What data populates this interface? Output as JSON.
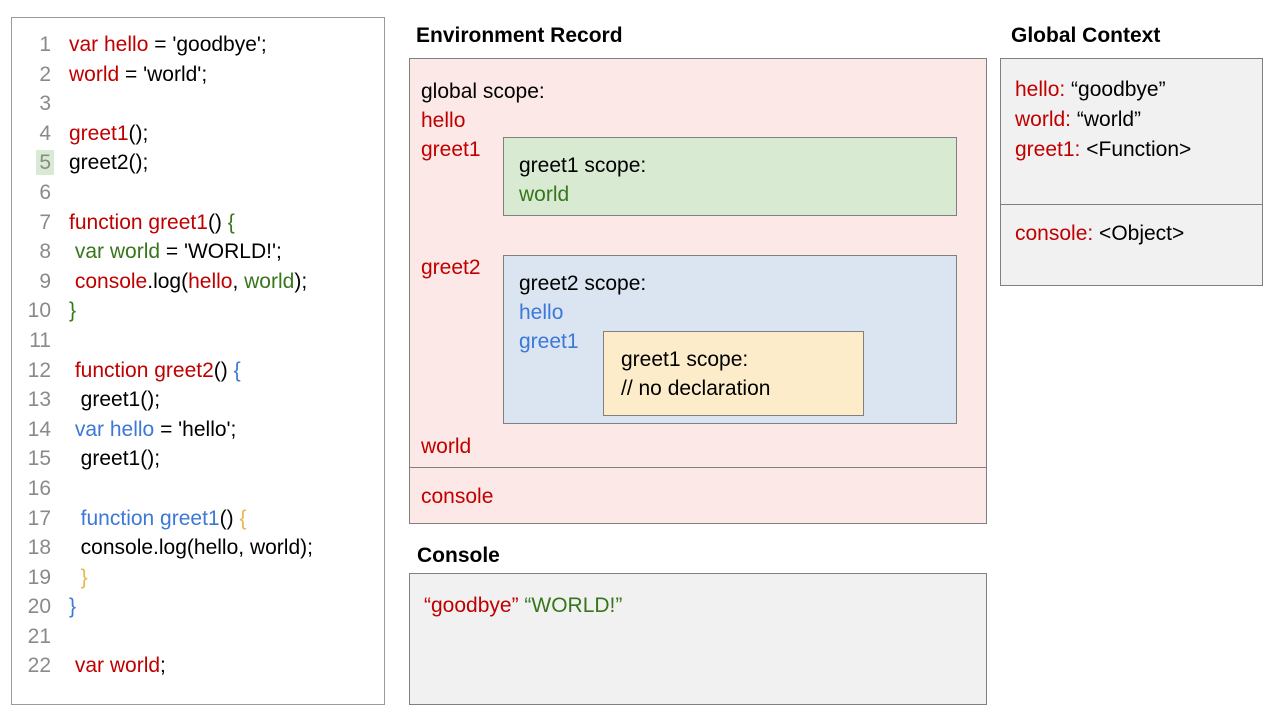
{
  "code_panel": {
    "highlighted_line": 5,
    "lines": [
      {
        "n": "1",
        "tokens": [
          {
            "t": "var hello",
            "c": "red"
          },
          {
            "t": " = 'goodbye';",
            "c": "black"
          }
        ]
      },
      {
        "n": "2",
        "tokens": [
          {
            "t": "world",
            "c": "red"
          },
          {
            "t": " = 'world';",
            "c": "black"
          }
        ]
      },
      {
        "n": "3",
        "tokens": []
      },
      {
        "n": "4",
        "tokens": [
          {
            "t": "greet1",
            "c": "red"
          },
          {
            "t": "();",
            "c": "black"
          }
        ]
      },
      {
        "n": "5",
        "tokens": [
          {
            "t": "greet2();",
            "c": "black"
          }
        ]
      },
      {
        "n": "6",
        "tokens": []
      },
      {
        "n": "7",
        "tokens": [
          {
            "t": "function greet1",
            "c": "red"
          },
          {
            "t": "() ",
            "c": "black"
          },
          {
            "t": "{",
            "c": "green"
          }
        ]
      },
      {
        "n": "8",
        "tokens": [
          {
            "t": " ",
            "c": "black"
          },
          {
            "t": "var world",
            "c": "green"
          },
          {
            "t": " = 'WORLD!';",
            "c": "black"
          }
        ]
      },
      {
        "n": "9",
        "tokens": [
          {
            "t": " ",
            "c": "black"
          },
          {
            "t": "console",
            "c": "red"
          },
          {
            "t": ".log(",
            "c": "black"
          },
          {
            "t": "hello",
            "c": "red"
          },
          {
            "t": ", ",
            "c": "black"
          },
          {
            "t": "world",
            "c": "green"
          },
          {
            "t": ");",
            "c": "black"
          }
        ]
      },
      {
        "n": "10",
        "tokens": [
          {
            "t": "}",
            "c": "green"
          }
        ]
      },
      {
        "n": "11",
        "tokens": []
      },
      {
        "n": "12",
        "tokens": [
          {
            "t": " ",
            "c": "black"
          },
          {
            "t": "function greet2",
            "c": "red"
          },
          {
            "t": "() ",
            "c": "black"
          },
          {
            "t": "{",
            "c": "blue"
          }
        ]
      },
      {
        "n": "13",
        "tokens": [
          {
            "t": "  greet1();",
            "c": "black"
          }
        ]
      },
      {
        "n": "14",
        "tokens": [
          {
            "t": " ",
            "c": "black"
          },
          {
            "t": "var hello",
            "c": "blue"
          },
          {
            "t": " = 'hello';",
            "c": "black"
          }
        ]
      },
      {
        "n": "15",
        "tokens": [
          {
            "t": "  greet1();",
            "c": "black"
          }
        ]
      },
      {
        "n": "16",
        "tokens": []
      },
      {
        "n": "17",
        "tokens": [
          {
            "t": "  ",
            "c": "black"
          },
          {
            "t": "function greet1",
            "c": "blue"
          },
          {
            "t": "() ",
            "c": "black"
          },
          {
            "t": "{",
            "c": "gold"
          }
        ]
      },
      {
        "n": "18",
        "tokens": [
          {
            "t": "  console.log(hello, world);",
            "c": "black"
          }
        ]
      },
      {
        "n": "19",
        "tokens": [
          {
            "t": "  ",
            "c": "black"
          },
          {
            "t": "}",
            "c": "gold"
          }
        ]
      },
      {
        "n": "20",
        "tokens": [
          {
            "t": "}",
            "c": "blue"
          }
        ]
      },
      {
        "n": "21",
        "tokens": []
      },
      {
        "n": "22",
        "tokens": [
          {
            "t": " ",
            "c": "black"
          },
          {
            "t": "var world",
            "c": "red"
          },
          {
            "t": ";",
            "c": "black"
          }
        ]
      }
    ]
  },
  "environment_record": {
    "heading": "Environment Record",
    "global_scope_label": "global scope:",
    "global_bindings": [
      "hello",
      "greet1",
      "greet2",
      "world"
    ],
    "console_binding": "console",
    "greet1_scope": {
      "title": "greet1 scope:",
      "bindings": [
        "world"
      ]
    },
    "greet2_scope": {
      "title": "greet2 scope:",
      "bindings": [
        "hello",
        "greet1"
      ],
      "nested_greet1_scope": {
        "title": "greet1 scope:",
        "note": "// no declaration"
      }
    }
  },
  "global_context": {
    "heading": "Global Context",
    "variables": [
      {
        "key": "hello:",
        "value": " “goodbye”"
      },
      {
        "key": "world:",
        "value": " “world”"
      },
      {
        "key": "greet1:",
        "value": " <Function>"
      }
    ],
    "objects": [
      {
        "key": "console:",
        "value": " <Object>"
      }
    ]
  },
  "console": {
    "heading": "Console",
    "output": [
      {
        "text": "“goodbye”",
        "color": "red"
      },
      {
        "text": "“WORLD!”",
        "color": "green"
      }
    ]
  },
  "colors": {
    "red": "#c00000",
    "green": "#38761d",
    "blue": "#3c78d8",
    "gold": "#e8b84b",
    "env_panel_bg": "#fce8e6",
    "greet1_scope_bg": "#d9ead3",
    "greet2_scope_bg": "#dbe5f1",
    "nested_scope_bg": "#fcecc9",
    "grey_panel_bg": "#f1f1f1",
    "line_highlight_bg": "#d9ead3"
  }
}
